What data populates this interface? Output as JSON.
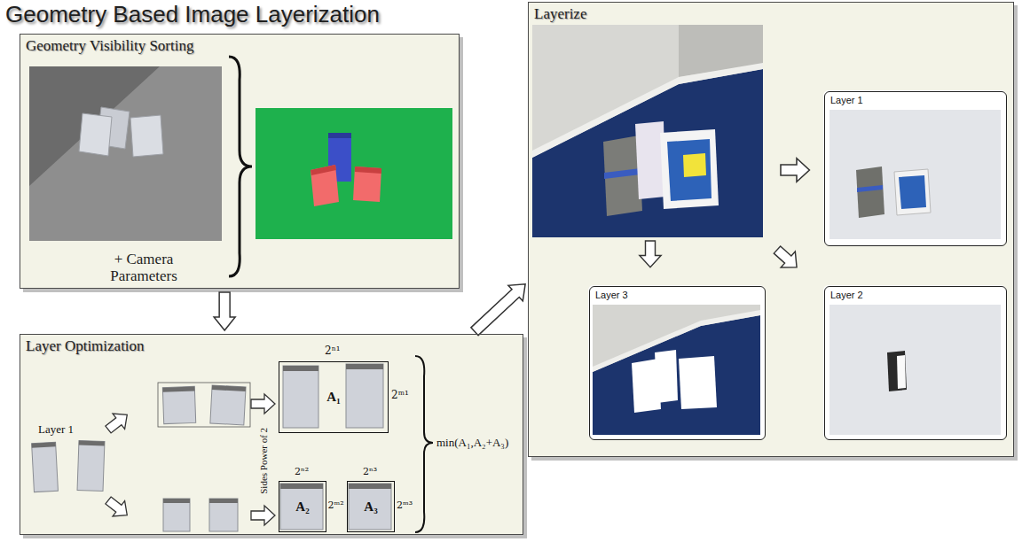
{
  "diagram": {
    "title": "Geometry Based Image Layerization",
    "nodes": [
      {
        "text": [
          "Geometry Visibility Sorting",
          "+ Camera Parameters"
        ]
      },
      {
        "text": [
          "Layer Optimization"
        ]
      },
      {
        "text": [
          "A₁"
        ],
        "in": 1
      },
      {
        "text": [
          "A₂"
        ],
        "in": 1
      },
      {
        "text": [
          "A₃"
        ],
        "in": 1
      },
      {
        "text": [
          "Layerize"
        ]
      },
      {
        "text": [
          "Layer 1"
        ],
        "in": 5
      },
      {
        "text": [
          "Layer 3"
        ],
        "in": 5
      },
      {
        "text": [
          "Layer 2"
        ],
        "in": 5
      }
    ],
    "edges": [
      {
        "from": 0,
        "to": 1,
        "arrow": "to"
      },
      {
        "from": 1,
        "to": 5,
        "arrow": "to"
      }
    ],
    "labels": [
      "Layer 1",
      "2ⁿ¹",
      "2ᵐ¹",
      "Sides Power of 2",
      "2ⁿ²",
      "2ⁿ³",
      "2ᵐ²",
      "2ᵐ³",
      "min(A₁,A₂+A₃)"
    ]
  }
}
